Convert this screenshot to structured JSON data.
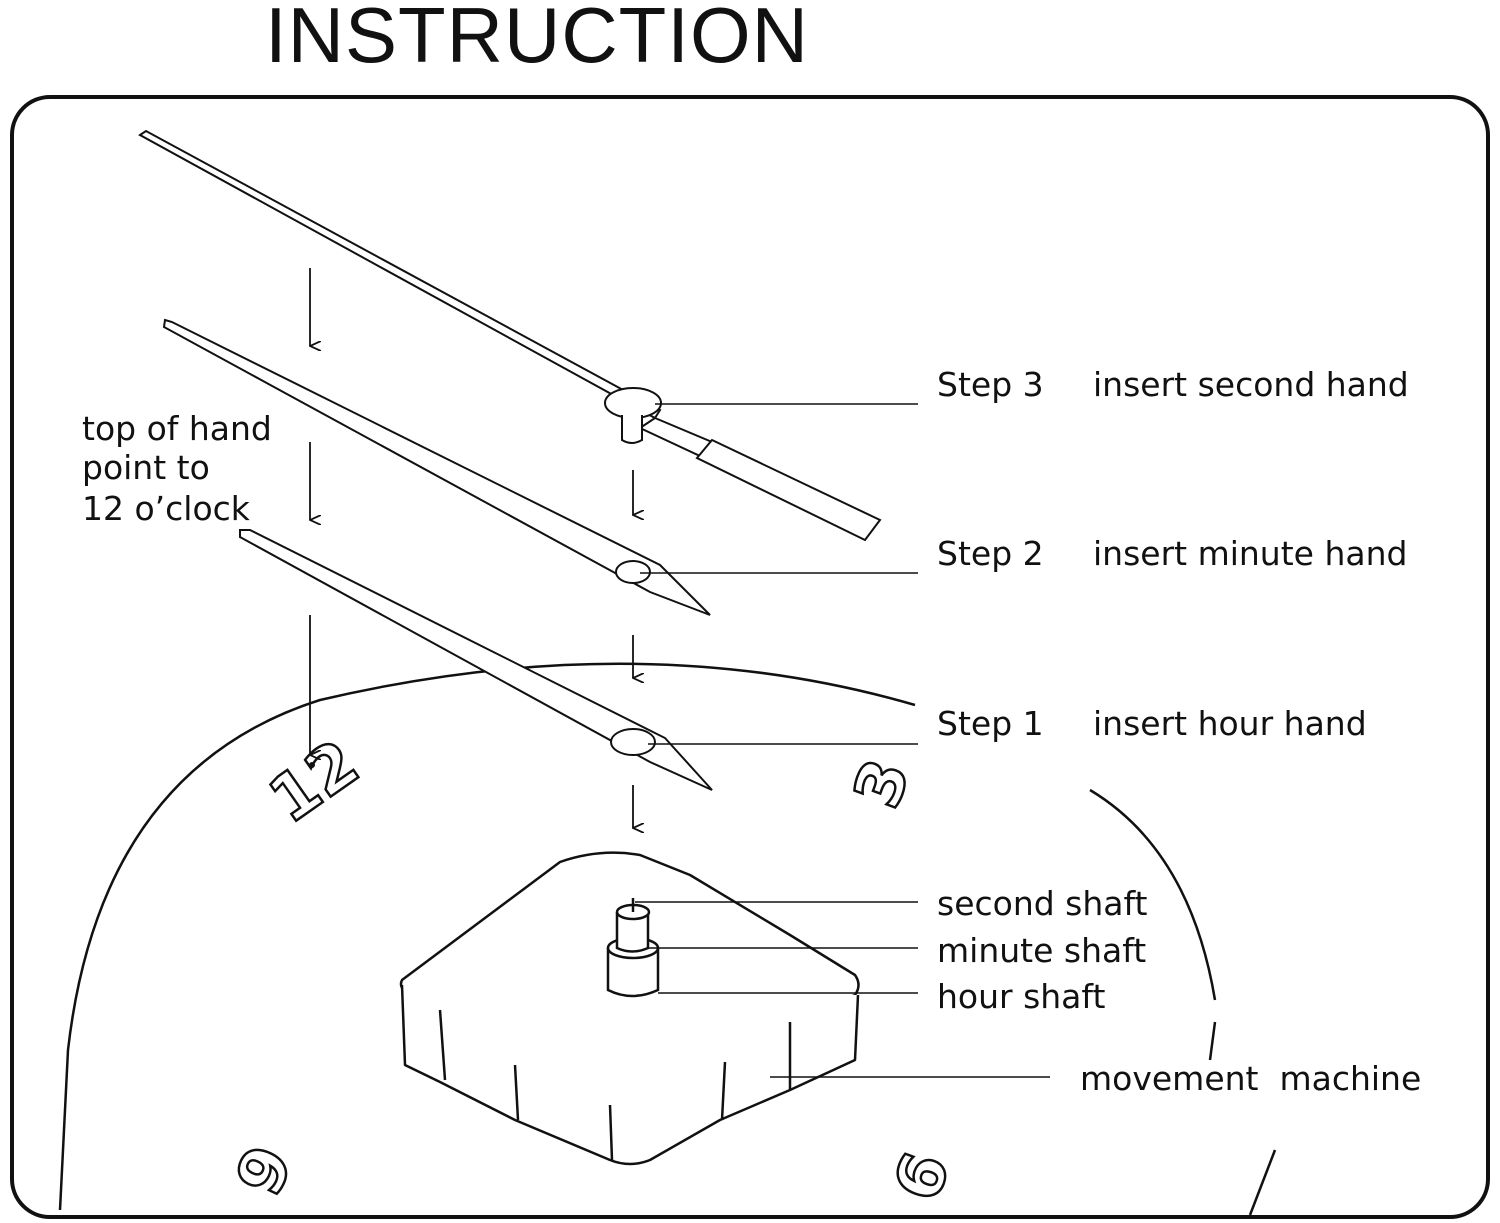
{
  "title": "INSTRUCTION",
  "note": {
    "lines": [
      "top of hand",
      "point to",
      "12 o’clock"
    ]
  },
  "steps": [
    {
      "step": "Step 3",
      "text": "insert second hand"
    },
    {
      "step": "Step 2",
      "text": "insert minute hand"
    },
    {
      "step": "Step 1",
      "text": "insert hour hand"
    }
  ],
  "parts": {
    "second_shaft": "second shaft",
    "minute_shaft": "minute shaft",
    "hour_shaft": "hour shaft",
    "movement": "movement  machine"
  },
  "dial_numbers": {
    "twelve": "12",
    "three": "3",
    "six": "6",
    "nine": "9"
  },
  "colors": {
    "line": "#111111",
    "background": "#ffffff"
  }
}
